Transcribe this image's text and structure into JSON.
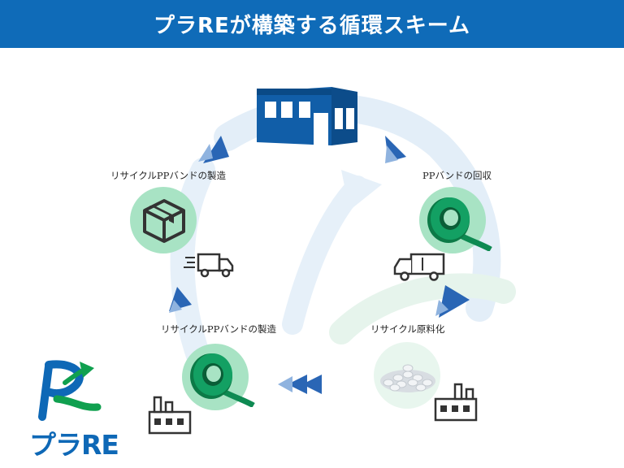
{
  "header": {
    "title": "プラREが構築する循環スキーム"
  },
  "steps": {
    "top_left": "リサイクルPPバンドの製造",
    "top_right": "PPバンドの回収",
    "bottom_right": "リサイクル原料化",
    "bottom_left": "リサイクルPPバンドの製造"
  },
  "logo": {
    "text": "プラRE"
  },
  "colors": {
    "header_bg": "#0f6bb8",
    "circle_green": "#a8e3c4",
    "arrow_blue": "#2a66b5",
    "arrow_light": "#8fb3df",
    "tape_green": "#0e8a52",
    "building_blue": "#115ea8"
  },
  "icons": [
    "building-icon",
    "box-icon",
    "delivery-truck-icon",
    "garbage-truck-icon",
    "tape-roll-icon",
    "pellets-icon",
    "factory-icon",
    "logo-icon"
  ]
}
